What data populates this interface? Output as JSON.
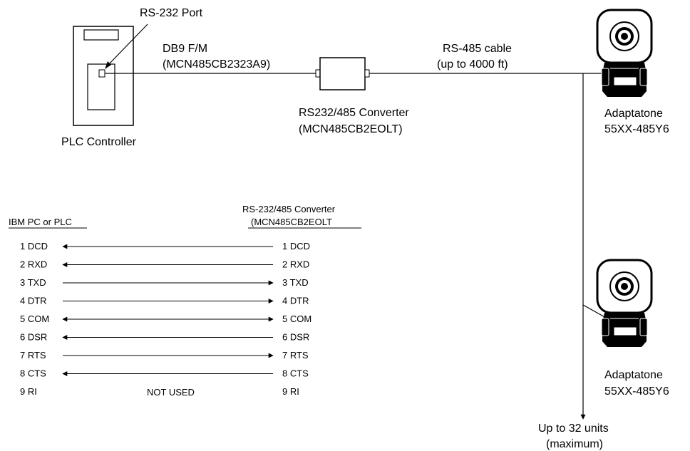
{
  "labels": {
    "rs232_port": "RS-232 Port",
    "db9_line1": "DB9 F/M",
    "db9_line2": "(MCN485CB2323A9)",
    "rs485_line1": "RS-485 cable",
    "rs485_line2": "(up to 4000 ft)",
    "converter_line1": "RS232/485 Converter",
    "converter_line2": "(MCN485CB2EOLT)",
    "plc_controller": "PLC Controller",
    "device1_line1": "Adaptatone",
    "device1_line2": "55XX-485Y6",
    "device2_line1": "Adaptatone",
    "device2_line2": "55XX-485Y6",
    "max_units_line1": "Up to 32 units",
    "max_units_line2": "(maximum)"
  },
  "pinout": {
    "left_header": "IBM PC or PLC",
    "right_header_line1": "RS-232/485 Converter",
    "right_header_line2": "(MCN485CB2EOLT",
    "not_used": "NOT USED",
    "rows": [
      {
        "left": "1 DCD",
        "right": "1 DCD",
        "dir": "left"
      },
      {
        "left": "2 RXD",
        "right": "2 RXD",
        "dir": "left"
      },
      {
        "left": "3 TXD",
        "right": "3 TXD",
        "dir": "right"
      },
      {
        "left": "4 DTR",
        "right": "4 DTR",
        "dir": "right"
      },
      {
        "left": "5 COM",
        "right": "5 COM",
        "dir": "both"
      },
      {
        "left": "6 DSR",
        "right": "6 DSR",
        "dir": "left"
      },
      {
        "left": "7 RTS",
        "right": "7 RTS",
        "dir": "right"
      },
      {
        "left": "8 CTS",
        "right": "8 CTS",
        "dir": "left"
      },
      {
        "left": "9 RI",
        "right": "9 RI",
        "dir": "none"
      }
    ]
  }
}
